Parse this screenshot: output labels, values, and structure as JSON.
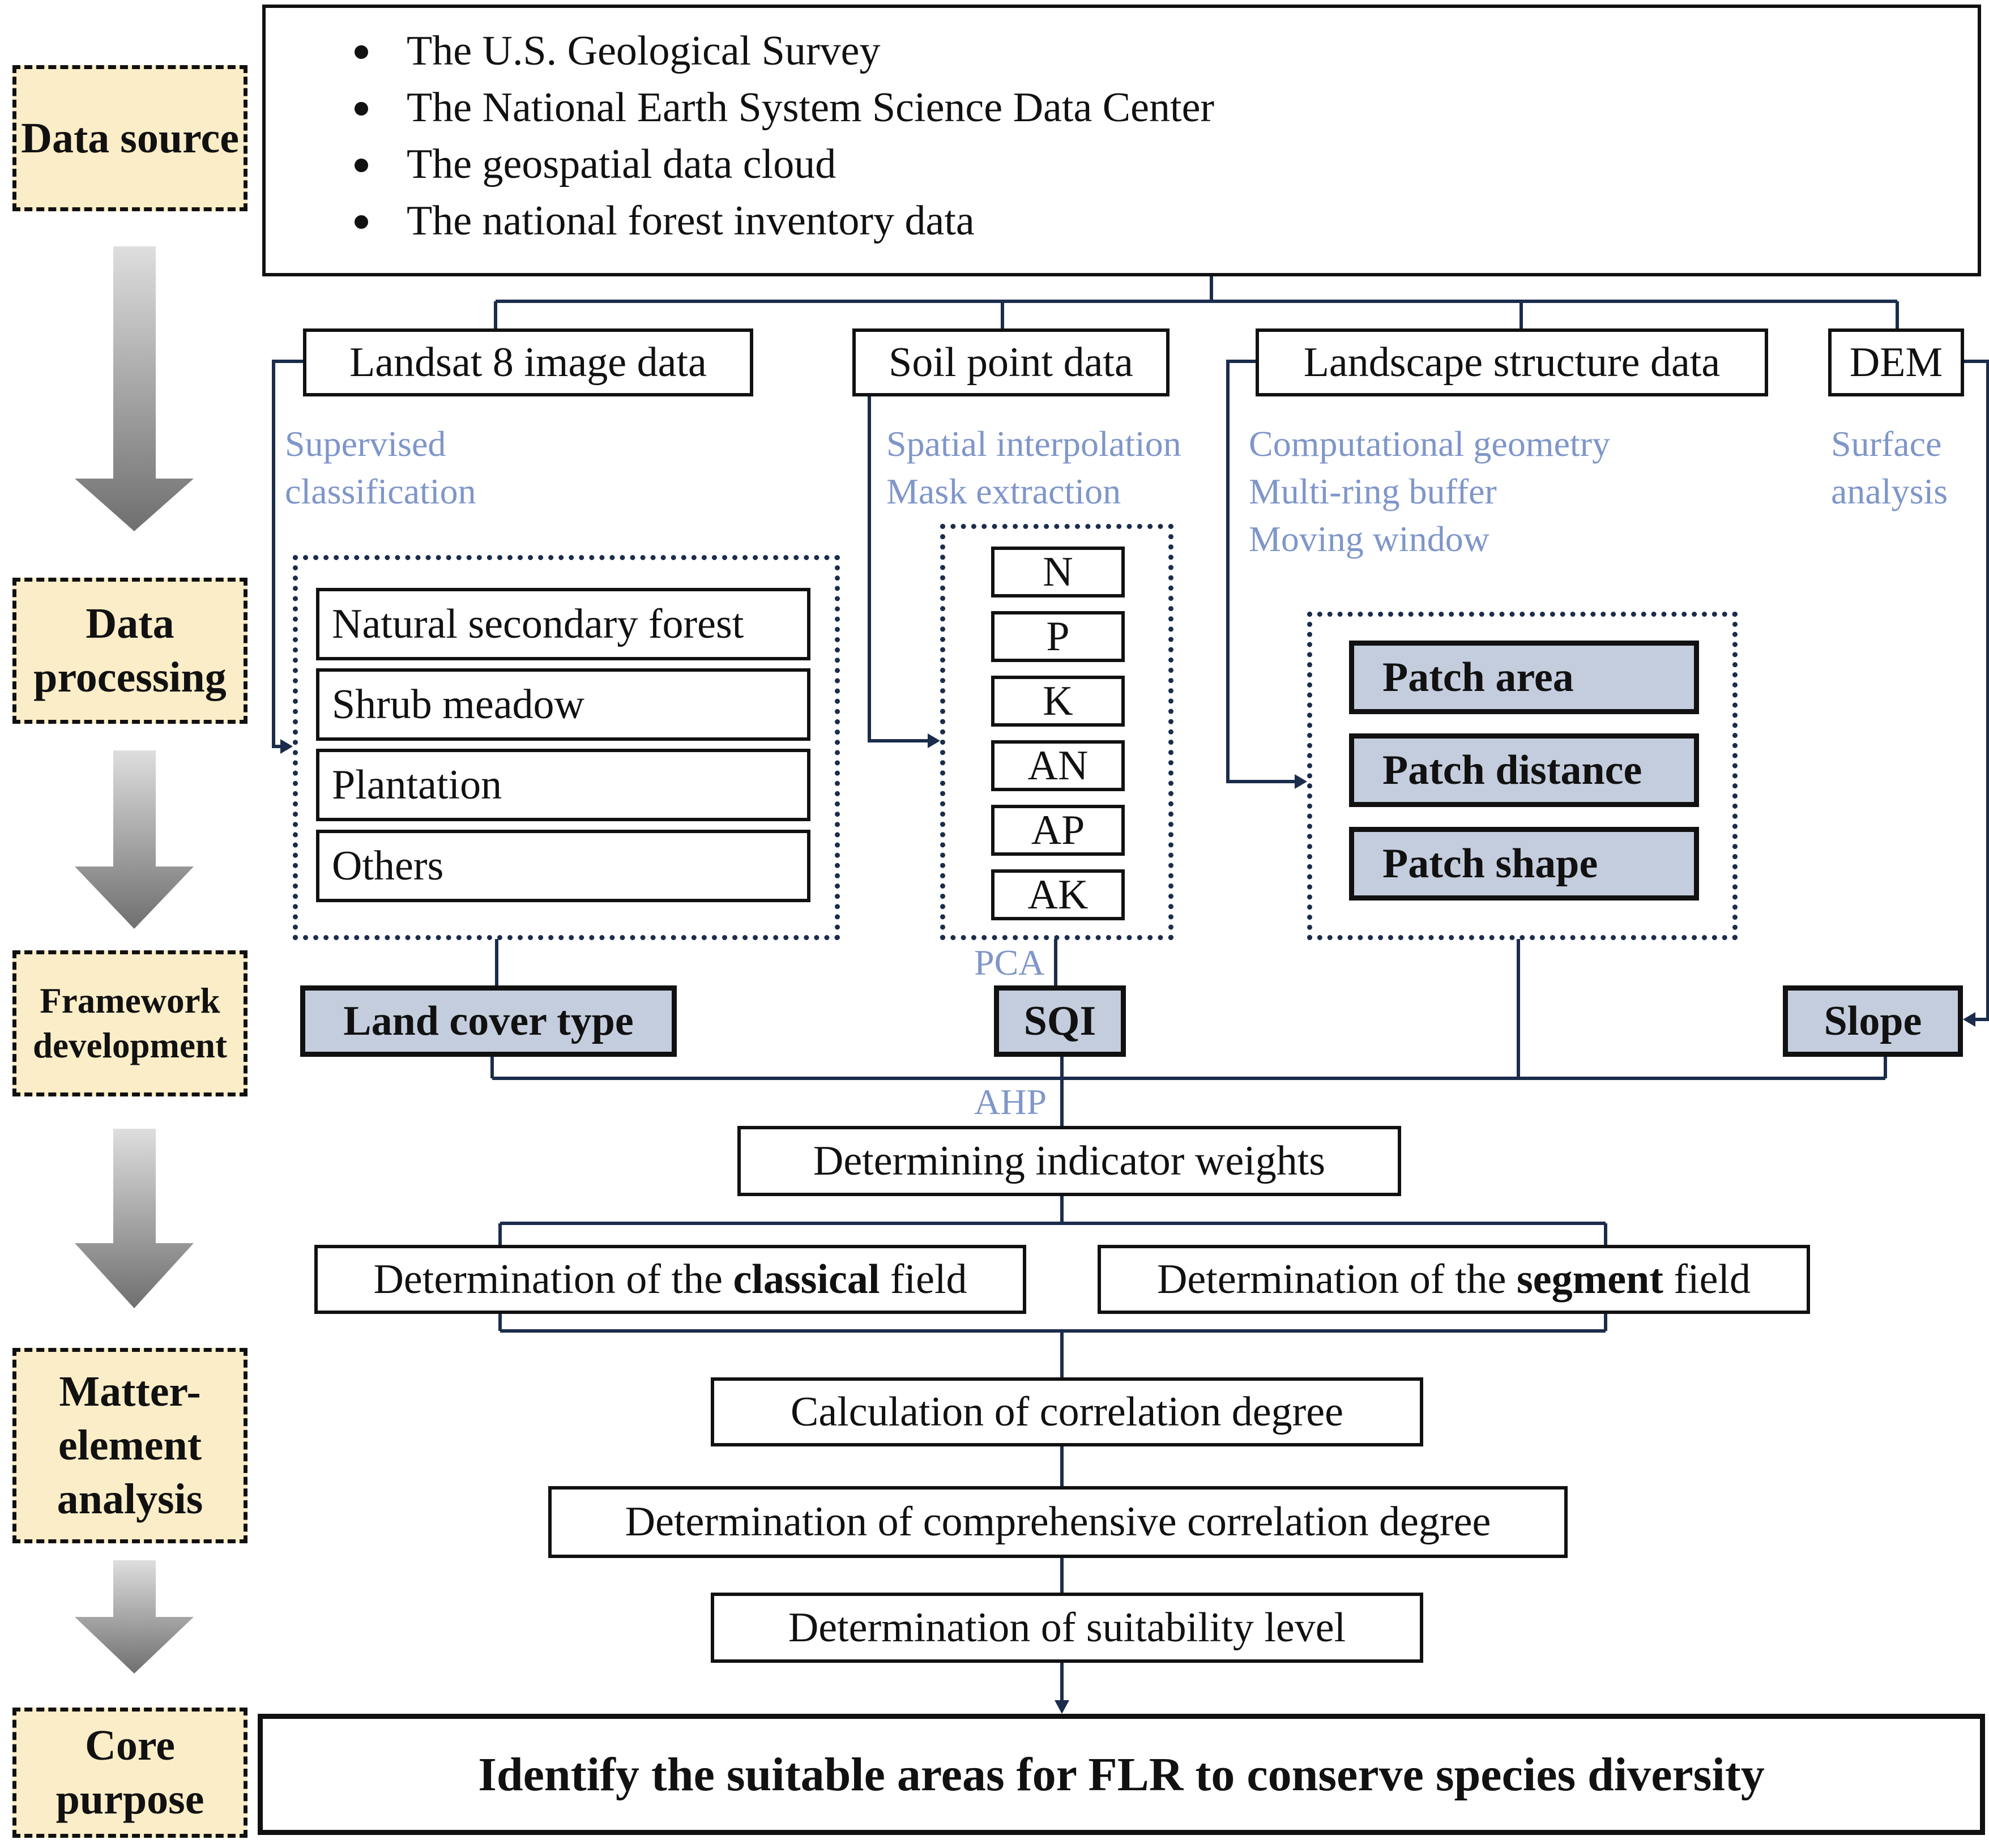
{
  "stages": [
    {
      "id": "data-source",
      "label": "Data source"
    },
    {
      "id": "data-processing",
      "label": "Data processing"
    },
    {
      "id": "framework-development",
      "label": "Framework development"
    },
    {
      "id": "matter-element-analysis",
      "label": "Matter-element analysis"
    },
    {
      "id": "core-purpose",
      "label": "Core purpose"
    }
  ],
  "sources": [
    "The U.S. Geological Survey",
    "The National Earth System Science Data Center",
    "The geospatial data cloud",
    "The national forest inventory data"
  ],
  "datasets": {
    "landsat": "Landsat 8 image data",
    "soil": "Soil point data",
    "landscape": "Landscape structure data",
    "dem": "DEM"
  },
  "methods": {
    "landsat": [
      "Supervised",
      "classification"
    ],
    "soil": [
      "Spatial interpolation",
      "Mask extraction"
    ],
    "landscape": [
      "Computational geometry",
      "Multi-ring buffer",
      "Moving window"
    ],
    "dem": [
      "Surface",
      "analysis"
    ],
    "pca": "PCA",
    "ahp": "AHP"
  },
  "land_cover_classes": [
    "Natural secondary forest",
    "Shrub meadow",
    "Plantation",
    "Others"
  ],
  "soil_nutrients": [
    "N",
    "P",
    "K",
    "AN",
    "AP",
    "AK"
  ],
  "patch_metrics": [
    "Patch area",
    "Patch distance",
    "Patch shape"
  ],
  "indicators": {
    "land_cover": "Land cover type",
    "sqi": "SQI",
    "slope": "Slope"
  },
  "steps": {
    "weights": "Determining indicator weights",
    "classical": {
      "pre": "Determination of the ",
      "bold": "classical",
      "post": " field"
    },
    "segment": {
      "pre": "Determination of the ",
      "bold": "segment",
      "post": " field"
    },
    "correlation": "Calculation of correlation degree",
    "comprehensive": "Determination of comprehensive correlation degree",
    "suitability": "Determination of suitability level"
  },
  "purpose": "Identify the suitable areas for FLR to conserve species diversity",
  "colors": {
    "connector": "#1b2c4c",
    "method_text": "#7f96c9",
    "stage_fill": "#fbedc7",
    "indicator_fill": "#c4cddd"
  }
}
